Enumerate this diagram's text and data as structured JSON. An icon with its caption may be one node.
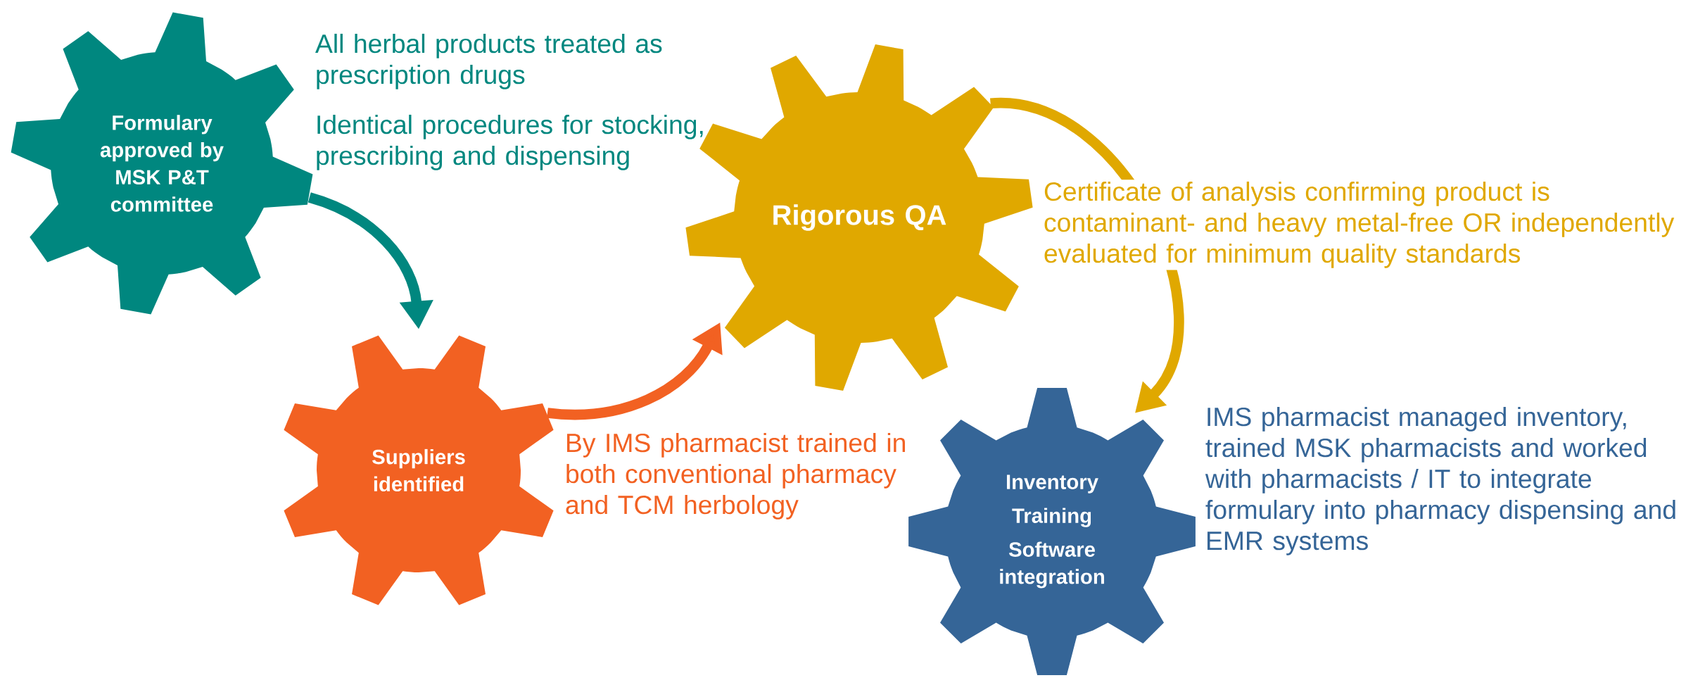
{
  "diagram": {
    "nodes": [
      {
        "text": [
          "Formulary approved by MSK P&T committee"
        ],
        "beside": [
          "All herbal products treated as prescription drugs",
          "Identical procedures for stocking, prescribing and dispensing"
        ]
      },
      {
        "text": [
          "Suppliers identified"
        ],
        "beside": [
          "By IMS pharmacist trained in both conventional pharmacy and TCM herbology"
        ]
      },
      {
        "text": [
          "Rigorous QA"
        ],
        "beside": [
          "Certificate of analysis confirming product is contaminant- and heavy metal-free OR independently evaluated for minimum quality standards"
        ]
      },
      {
        "text": [
          "Inventory",
          "Training",
          "Software integration"
        ],
        "beside": [
          "IMS pharmacist managed inventory, trained MSK pharmacists and worked with pharmacists / IT to integrate formulary into pharmacy dispensing and EMR systems"
        ]
      }
    ],
    "edges": [
      {
        "from": 0,
        "to": 1,
        "arrow": "to",
        "color": "#00877f"
      },
      {
        "from": 1,
        "to": 2,
        "arrow": "to",
        "color": "#f26122"
      },
      {
        "from": 2,
        "to": 3,
        "arrow": "to",
        "color": "#e0a800"
      }
    ]
  }
}
